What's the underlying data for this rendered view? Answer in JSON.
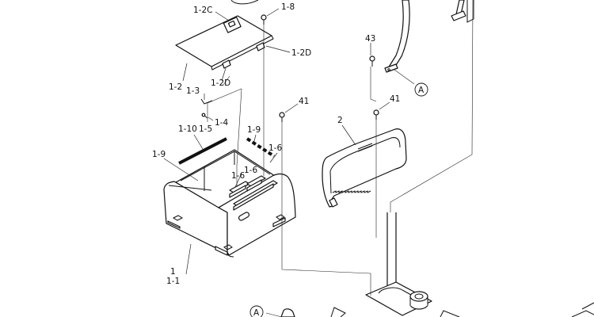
{
  "labels": {
    "l_1_2C": "1-2C",
    "l_1_8": "1-8",
    "l_1_2D_top": "1-2D",
    "l_1_2": "1-2",
    "l_1_2D_bottom": "1-2D",
    "l_1_3": "1-3",
    "l_1_5": "1-5",
    "l_1_4": "1-4",
    "l_1_10": "1-10",
    "l_1_9_top": "1-9",
    "l_1_6_right": "1-6",
    "l_1_9_left": "1-9",
    "l_1_6_mid": "1-6",
    "l_1_6_center": "1-6",
    "l_1": "1",
    "l_1_1": "1-1",
    "l_43": "43",
    "l_41_left": "41",
    "l_41_right": "41",
    "l_2": "2",
    "ref_a_upper": "A",
    "ref_a_lower": "A"
  }
}
